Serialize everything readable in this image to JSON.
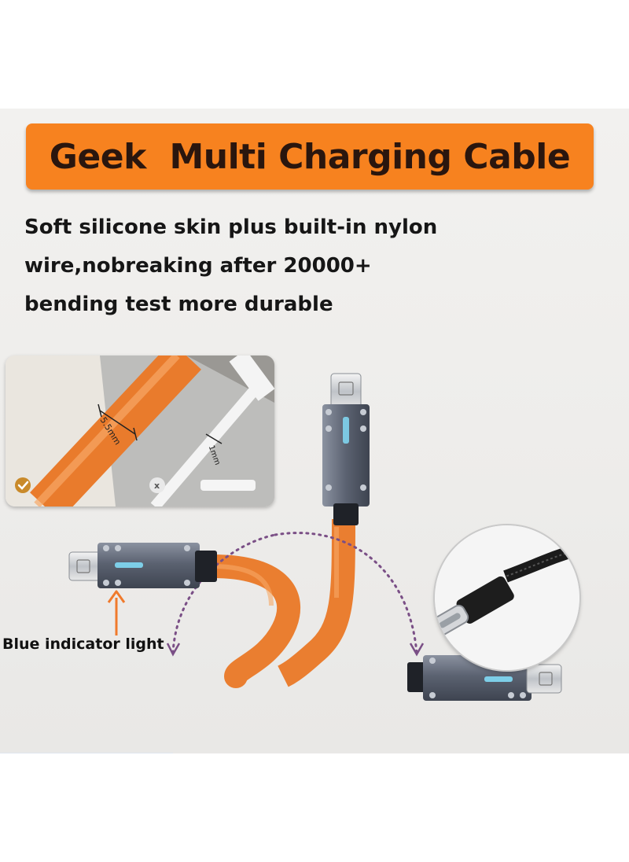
{
  "title": "Geek  Multi Charging Cable",
  "description": {
    "line1": "Soft silicone skin plus built-in nylon",
    "line2": "wire,nobreaking after 20000+",
    "line3": "bending test more durable"
  },
  "inset": {
    "thick_label": "5.5mm",
    "thin_label": "1mm",
    "reject_mark": "x"
  },
  "callout": {
    "label": "Blue indicator light"
  },
  "colors": {
    "banner": "#f7821f",
    "cable": "#f0883a",
    "connector": "#5b6271",
    "indicator": "#7fd4ee",
    "arrow": "#f07a2c",
    "dotted_arc": "#7a4f86"
  },
  "icons": {
    "good": "check-circle-icon",
    "bad": "x-circle-icon"
  }
}
